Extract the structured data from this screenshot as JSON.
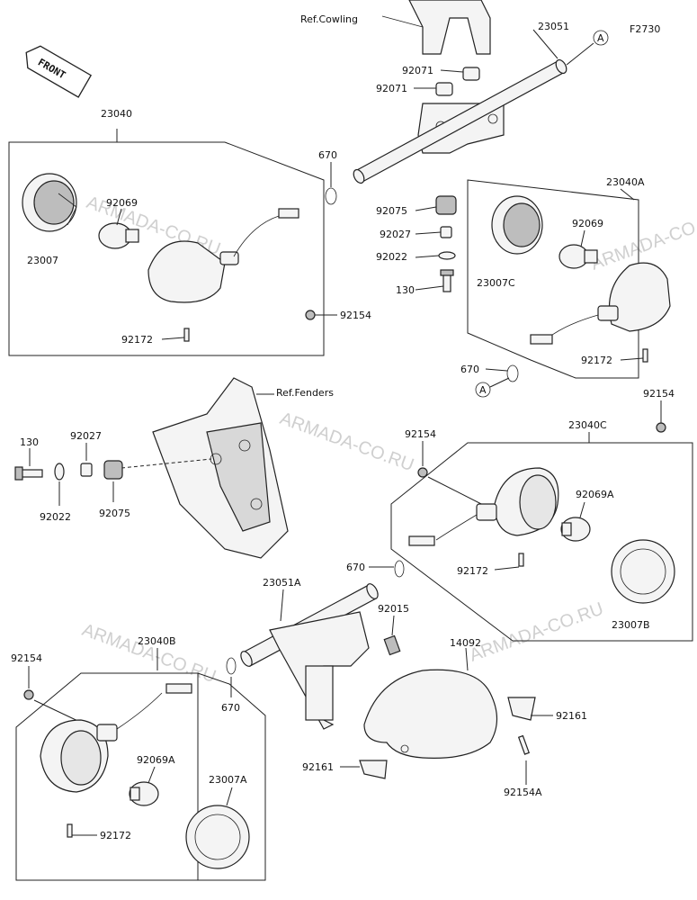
{
  "diagram": {
    "code": "F2730",
    "front_label": "FRONT",
    "ref_cowling": "Ref.Cowling",
    "ref_fenders": "Ref.Fenders",
    "callout_a": "A",
    "watermark": "ARMADA-CO.RU"
  },
  "parts": {
    "p23051": "23051",
    "p23051A": "23051A",
    "p23040": "23040",
    "p23040A": "23040A",
    "p23040B": "23040B",
    "p23040C": "23040C",
    "p23007": "23007",
    "p23007A": "23007A",
    "p23007B": "23007B",
    "p23007C": "23007C",
    "p92069": "92069",
    "p92069A": "92069A",
    "p92071": "92071",
    "p92075": "92075",
    "p92027": "92027",
    "p92022": "92022",
    "p130": "130",
    "p670": "670",
    "p92154": "92154",
    "p92154A": "92154A",
    "p92172": "92172",
    "p92015": "92015",
    "p14092": "14092",
    "p92161": "92161"
  }
}
